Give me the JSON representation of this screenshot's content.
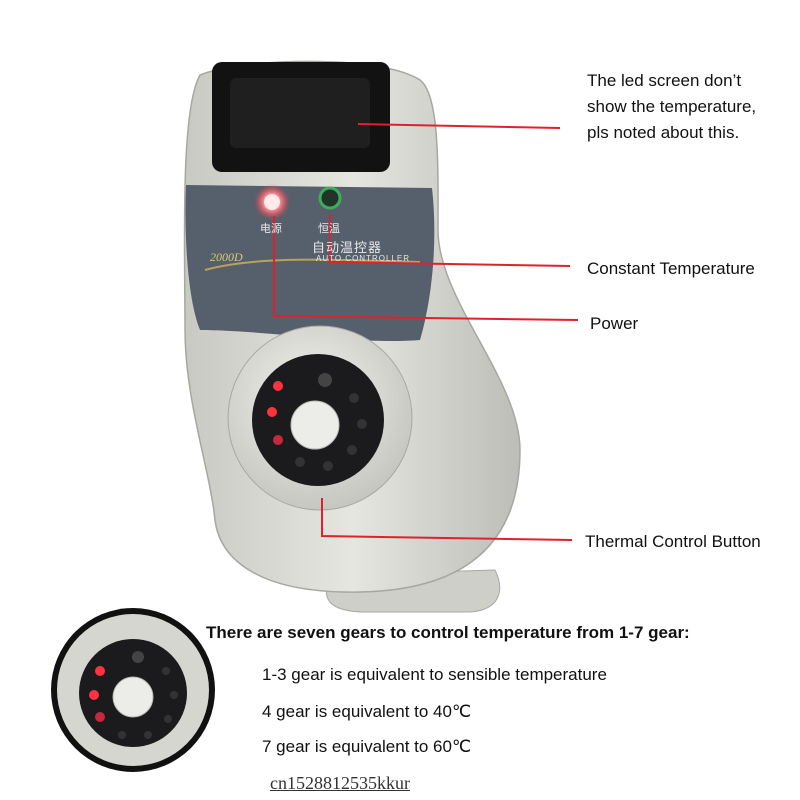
{
  "colors": {
    "callout_line": "#e0212b",
    "body": "#dcdcd7",
    "panel": "#56606d",
    "dial": "#1b1b1d",
    "led_red": "#ff3340",
    "led_green": "#3fae5a"
  },
  "device": {
    "label_power": "电源",
    "label_constant_cn": "恒温",
    "brand_cn": "自动温控器",
    "brand_en": "AUTO CONTROLLER",
    "model": "2000D"
  },
  "callouts": {
    "screen_note": [
      "The led screen don’t",
      "show the temperature,",
      "pls noted about this."
    ],
    "constant_temperature": "Constant Temperature",
    "power": "Power",
    "thermal_control_button": "Thermal Control Button"
  },
  "gears": {
    "heading": "There are seven gears to control temperature from 1-7 gear:",
    "lines": [
      "1-3 gear is equivalent to sensible temperature",
      "4 gear is equivalent to 40℃",
      "7 gear is equivalent to 60℃"
    ]
  },
  "watermark": "cn1528812535kkur"
}
